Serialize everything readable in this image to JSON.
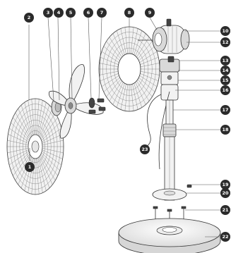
{
  "callouts": [
    {
      "id": "c1",
      "label": "1"
    },
    {
      "id": "c2",
      "label": "2"
    },
    {
      "id": "c3",
      "label": "3"
    },
    {
      "id": "c4",
      "label": "4"
    },
    {
      "id": "c5",
      "label": "5"
    },
    {
      "id": "c6",
      "label": "6"
    },
    {
      "id": "c7",
      "label": "7"
    },
    {
      "id": "c8",
      "label": "8"
    },
    {
      "id": "c9",
      "label": "9"
    },
    {
      "id": "c10",
      "label": "10"
    },
    {
      "id": "c12",
      "label": "12"
    },
    {
      "id": "c13",
      "label": "13"
    },
    {
      "id": "c14",
      "label": "14"
    },
    {
      "id": "c15",
      "label": "15"
    },
    {
      "id": "c16",
      "label": "16"
    },
    {
      "id": "c17",
      "label": "17"
    },
    {
      "id": "c18",
      "label": "18"
    },
    {
      "id": "c19",
      "label": "19"
    },
    {
      "id": "c20",
      "label": "20"
    },
    {
      "id": "c21",
      "label": "21"
    },
    {
      "id": "c22",
      "label": "22"
    },
    {
      "id": "c23",
      "label": "23"
    }
  ]
}
